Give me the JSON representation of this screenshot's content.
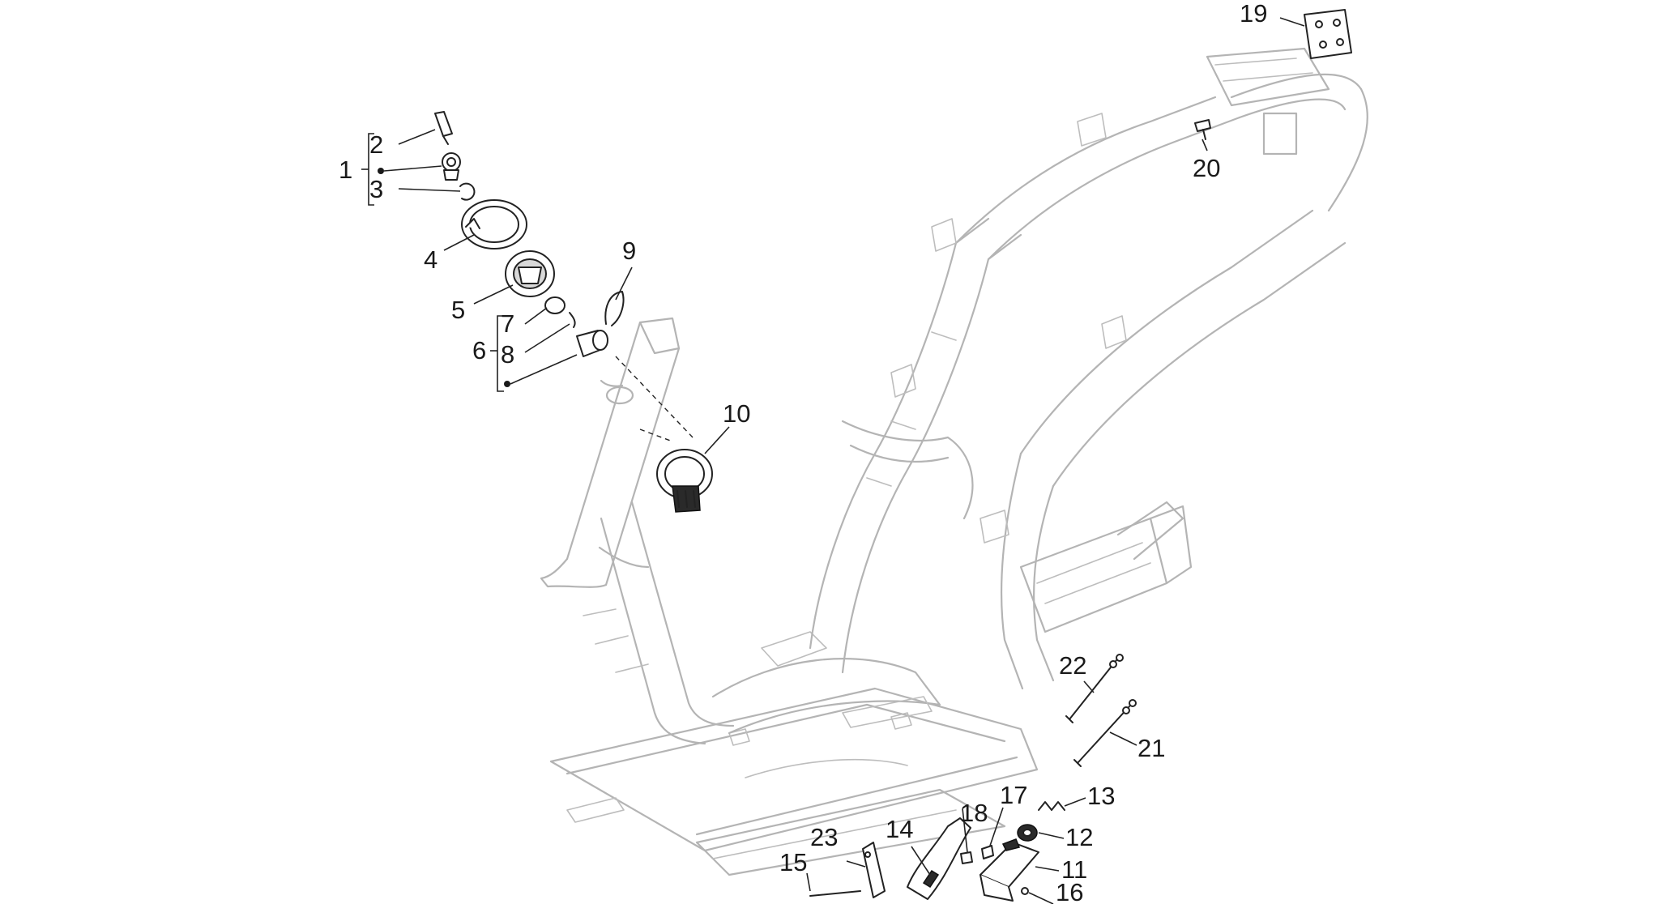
{
  "callouts": [
    {
      "id": "c1",
      "text": "1"
    },
    {
      "id": "c2",
      "text": "2"
    },
    {
      "id": "c3",
      "text": "3"
    },
    {
      "id": "c4",
      "text": "4"
    },
    {
      "id": "c5",
      "text": "5"
    },
    {
      "id": "c6",
      "text": "6"
    },
    {
      "id": "c7",
      "text": "7"
    },
    {
      "id": "c8",
      "text": "8"
    },
    {
      "id": "c9",
      "text": "9"
    },
    {
      "id": "c10",
      "text": "10"
    },
    {
      "id": "c11",
      "text": "11"
    },
    {
      "id": "c12",
      "text": "12"
    },
    {
      "id": "c13",
      "text": "13"
    },
    {
      "id": "c14",
      "text": "14"
    },
    {
      "id": "c15",
      "text": "15"
    },
    {
      "id": "c16",
      "text": "16"
    },
    {
      "id": "c17",
      "text": "17"
    },
    {
      "id": "c18",
      "text": "18"
    },
    {
      "id": "c19",
      "text": "19"
    },
    {
      "id": "c20",
      "text": "20"
    },
    {
      "id": "c21",
      "text": "21"
    },
    {
      "id": "c22",
      "text": "22"
    },
    {
      "id": "c23",
      "text": "23"
    }
  ],
  "colors": {
    "background": "#ffffff",
    "frame_line": "#b4b4b4",
    "part_line": "#222222",
    "text": "#1a1a1a"
  }
}
